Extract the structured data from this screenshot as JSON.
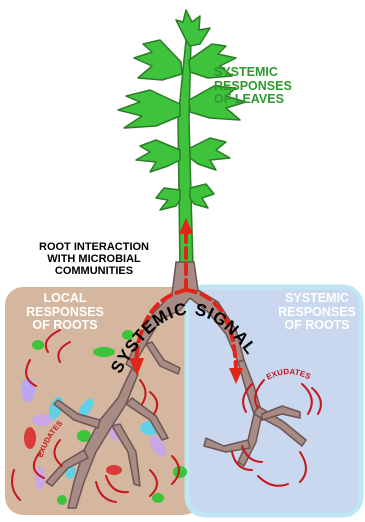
{
  "labels": {
    "leaves": [
      "SYSTEMIC",
      "RESPONSES",
      "OF LEAVES"
    ],
    "interaction": [
      "ROOT INTERACTION",
      "WITH MICROBIAL",
      "COMMUNITIES"
    ],
    "local": [
      "LOCAL",
      "RESPONSES",
      "OF ROOTS"
    ],
    "systemic_roots": [
      "SYSTEMIC",
      "RESPONSES",
      "OF ROOTS"
    ],
    "signal": "SYSTEMIC SIGNAL",
    "exudates_left": "EXUDATES",
    "exudates_right": "EXUDATES"
  },
  "colors": {
    "leaf_fill": "#3fc23c",
    "leaf_stroke": "#2a7d27",
    "local_box": "#d4b79e",
    "systemic_box": "#c9d8ee",
    "systemic_box_border": "#bfe6f5",
    "root_fill": "#a78c86",
    "root_stroke": "#6e5452",
    "arrow_red": "#e32418",
    "exudate_red": "#c4161b",
    "leaves_text": "#2c9a2f"
  }
}
